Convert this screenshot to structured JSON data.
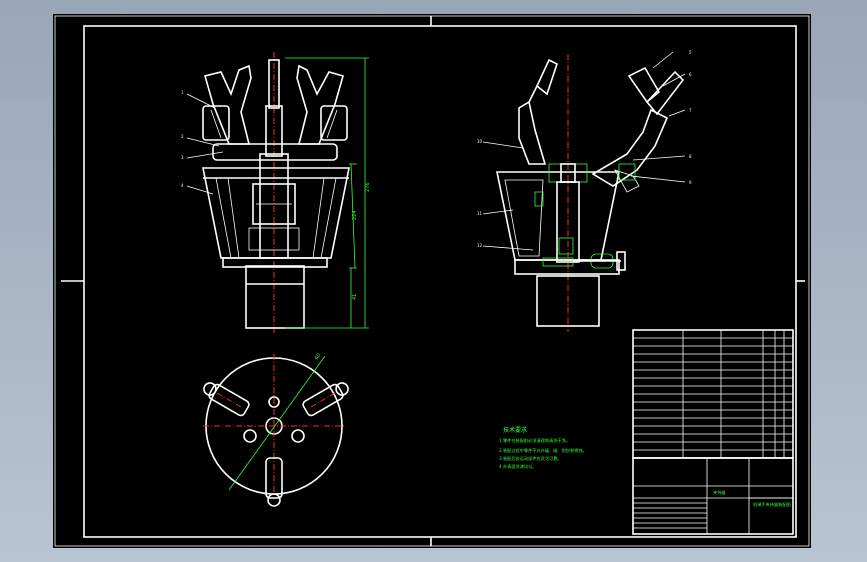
{
  "drawing": {
    "view_labels": [
      "1",
      "2",
      "3",
      "4",
      "5",
      "6",
      "7",
      "8",
      "9",
      "10",
      "11",
      "12"
    ],
    "dimensions": [
      "276",
      "224",
      "41",
      "60"
    ],
    "colors": {
      "outline": "#ffffff",
      "centerline": "#ff2a2a",
      "annotation": "#33ff33",
      "background": "#000000"
    }
  },
  "tech_notes": {
    "title": "技术要求",
    "lines": [
      "1.零件在装配前必须清理和清洗干净。",
      "2.装配过程中零件不允许磕、碰、划伤和锈蚀。",
      "3.装配后各运动部件应灵活可靠。",
      "4.外表面涂漆均匀。"
    ]
  },
  "title_block": {
    "name": "夹持器",
    "drawing_no": "机械手夹持器装配图"
  }
}
